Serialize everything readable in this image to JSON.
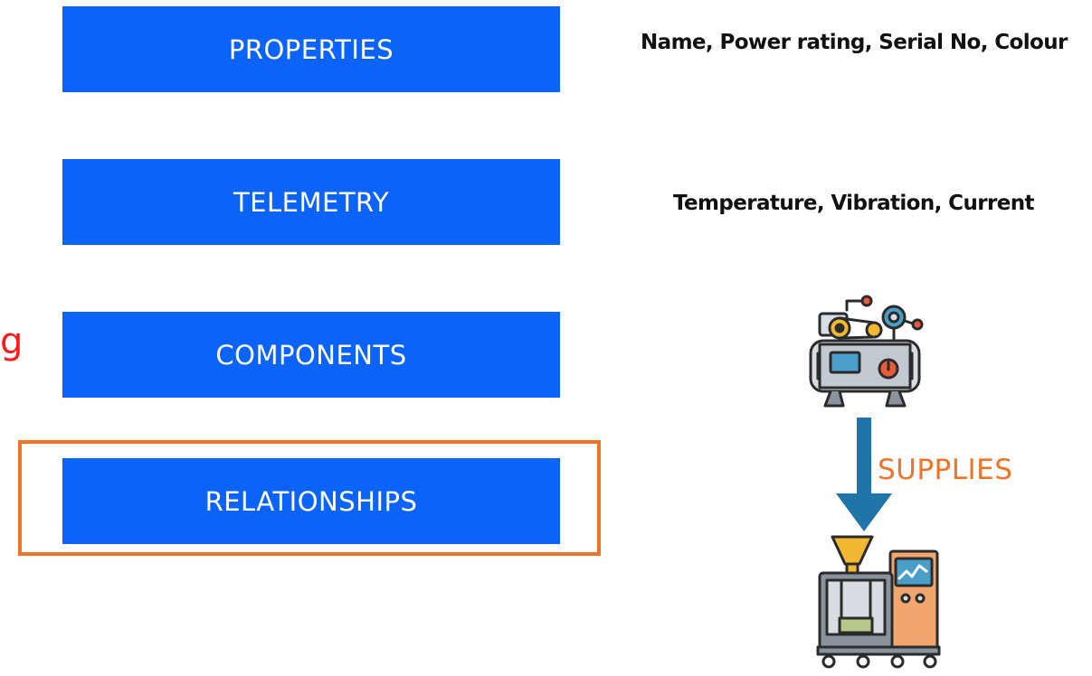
{
  "boxes": {
    "properties": "PROPERTIES",
    "telemetry": "TELEMETRY",
    "components": "COMPONENTS",
    "relationships": "RELATIONSHIPS"
  },
  "descriptions": {
    "properties": "Name, Power rating, Serial No, Colour",
    "telemetry": "Temperature, Vibration, Current"
  },
  "relationship_label": "SUPPLIES",
  "side_fragment": "g",
  "colors": {
    "box_fill": "#0b63f7",
    "box_text": "#ffffff",
    "highlight_border": "#f07427",
    "supplies_text": "#f07427",
    "arrow": "#1f74a8",
    "side_fragment": "#ff1a1a"
  },
  "icons": {
    "source_machine": "compressor-machine-icon",
    "relationship_arrow": "down-arrow-icon",
    "target_machine": "injection-molding-machine-icon"
  }
}
